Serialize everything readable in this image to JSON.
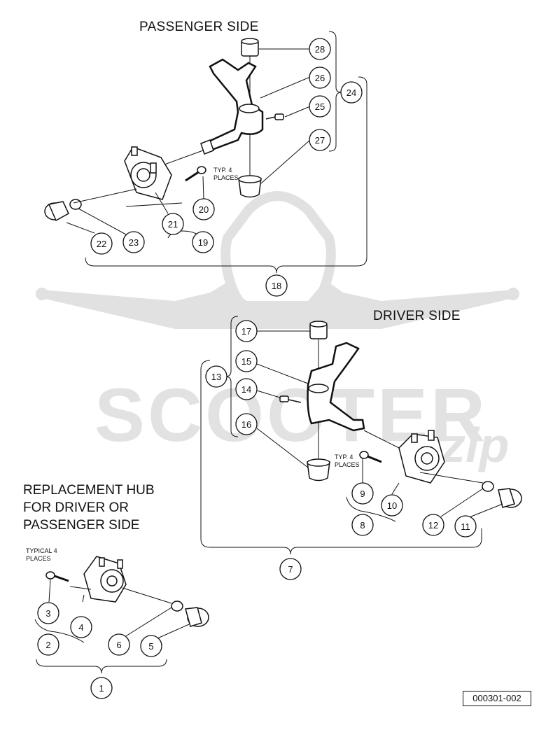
{
  "headings": {
    "passenger_side": "PASSENGER SIDE",
    "driver_side": "DRIVER SIDE",
    "replacement_hub": [
      "REPLACEMENT HUB",
      "FOR DRIVER OR",
      "PASSENGER SIDE"
    ]
  },
  "notes": {
    "typ4_passenger": [
      "TYP. 4",
      "PLACES"
    ],
    "typ4_driver": [
      "TYP. 4",
      "PLACES"
    ],
    "typical4_hub": [
      "TYPICAL 4",
      "PLACES"
    ]
  },
  "callouts": {
    "c1": "1",
    "c2": "2",
    "c3": "3",
    "c4": "4",
    "c5": "5",
    "c6": "6",
    "c7": "7",
    "c8": "8",
    "c9": "9",
    "c10": "10",
    "c11": "11",
    "c12": "12",
    "c13": "13",
    "c14": "14",
    "c15": "15",
    "c16": "16",
    "c17": "17",
    "c18": "18",
    "c19": "19",
    "c20": "20",
    "c21": "21",
    "c22": "22",
    "c23": "23",
    "c24": "24",
    "c25": "25",
    "c26": "26",
    "c27": "27",
    "c28": "28"
  },
  "document_number": "000301-002",
  "watermark": {
    "brand": "SCOOTER",
    "suffix": "zip",
    "color": "#d9d9d9"
  }
}
